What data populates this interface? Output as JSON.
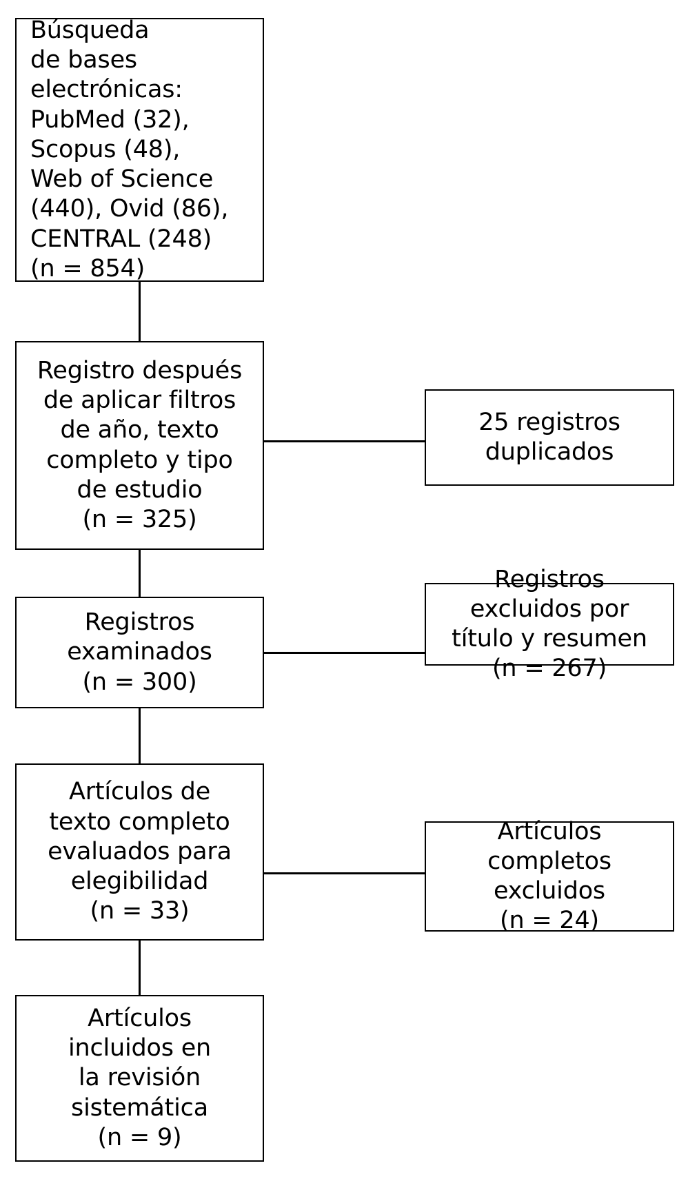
{
  "diagram": {
    "type": "prisma-flow-diagram",
    "language": "es",
    "stroke_color": "#000000",
    "background_color": "#ffffff",
    "boxes": [
      {
        "id": "search",
        "name": "identification",
        "align": "left",
        "text": "Búsqueda\nde bases\nelectrónicas:\nPubMed (32),\nScopus (48),\nWeb of Science\n(440), Ovid (86),\nCENTRAL (248)\n(n = 854)",
        "total": 854,
        "sources": [
          {
            "label": "PubMed",
            "count": 32
          },
          {
            "label": "Scopus",
            "count": 48
          },
          {
            "label": "Web of Science",
            "count": 440
          },
          {
            "label": "Ovid",
            "count": 86
          },
          {
            "label": "CENTRAL",
            "count": 248
          }
        ]
      },
      {
        "id": "filtered",
        "name": "records-after-filters",
        "align": "center",
        "text": "Registro después\nde aplicar filtros\nde año, texto\ncompleto y tipo\nde estudio\n(n = 325)",
        "total": 325
      },
      {
        "id": "screened",
        "name": "records-screened",
        "align": "center",
        "text": "Registros\nexaminados\n(n = 300)",
        "total": 300
      },
      {
        "id": "eligibility",
        "name": "full-text-assessed",
        "align": "center",
        "text": "Artículos de\ntexto completo\nevaluados para\nelegibilidad\n(n = 33)",
        "total": 33
      },
      {
        "id": "included",
        "name": "studies-included",
        "align": "center",
        "text": "Artículos\nincluidos en\nla revisión\nsistemática\n(n = 9)",
        "total": 9
      }
    ],
    "exclusion_boxes": [
      {
        "id": "duplicates",
        "name": "duplicate-records",
        "align": "center",
        "text": "25 registros\nduplicados",
        "total": 25
      },
      {
        "id": "excluded-screen",
        "name": "records-excluded-title-abstract",
        "align": "center",
        "text": "Registros\nexcluidos por\ntítulo y resumen\n(n = 267)",
        "total": 267
      },
      {
        "id": "excluded-full",
        "name": "full-text-articles-excluded",
        "align": "center",
        "text": "Artículos\ncompletos\nexcluidos\n(n = 24)",
        "total": 24
      }
    ]
  }
}
